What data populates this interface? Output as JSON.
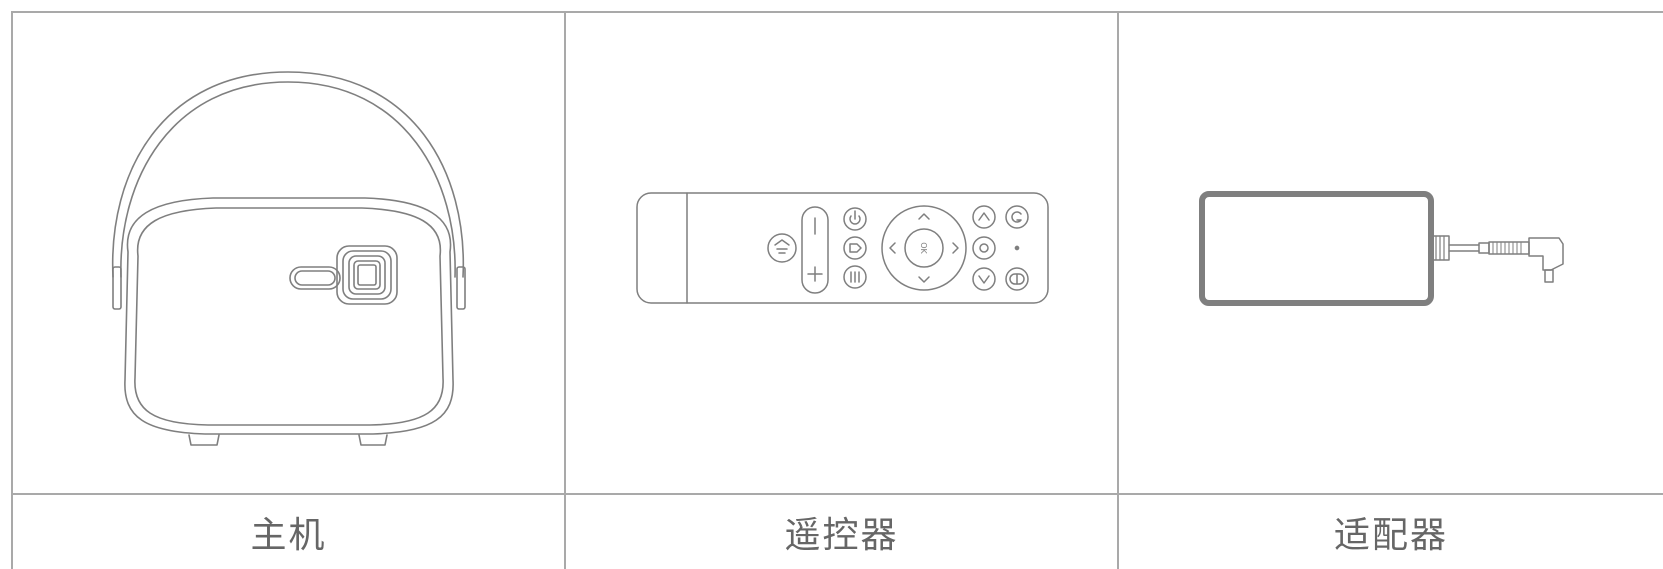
{
  "table": {
    "items": [
      {
        "label": "主机",
        "icon": "projector-main-unit-illustration"
      },
      {
        "label": "遥控器",
        "icon": "remote-control-illustration"
      },
      {
        "label": "适配器",
        "icon": "power-adapter-illustration"
      }
    ]
  },
  "remote": {
    "ok_label": "OK"
  },
  "colors": {
    "grid_line": "#a9a9a9",
    "line_art": "#7f7f7f",
    "label_text": "#666666"
  }
}
